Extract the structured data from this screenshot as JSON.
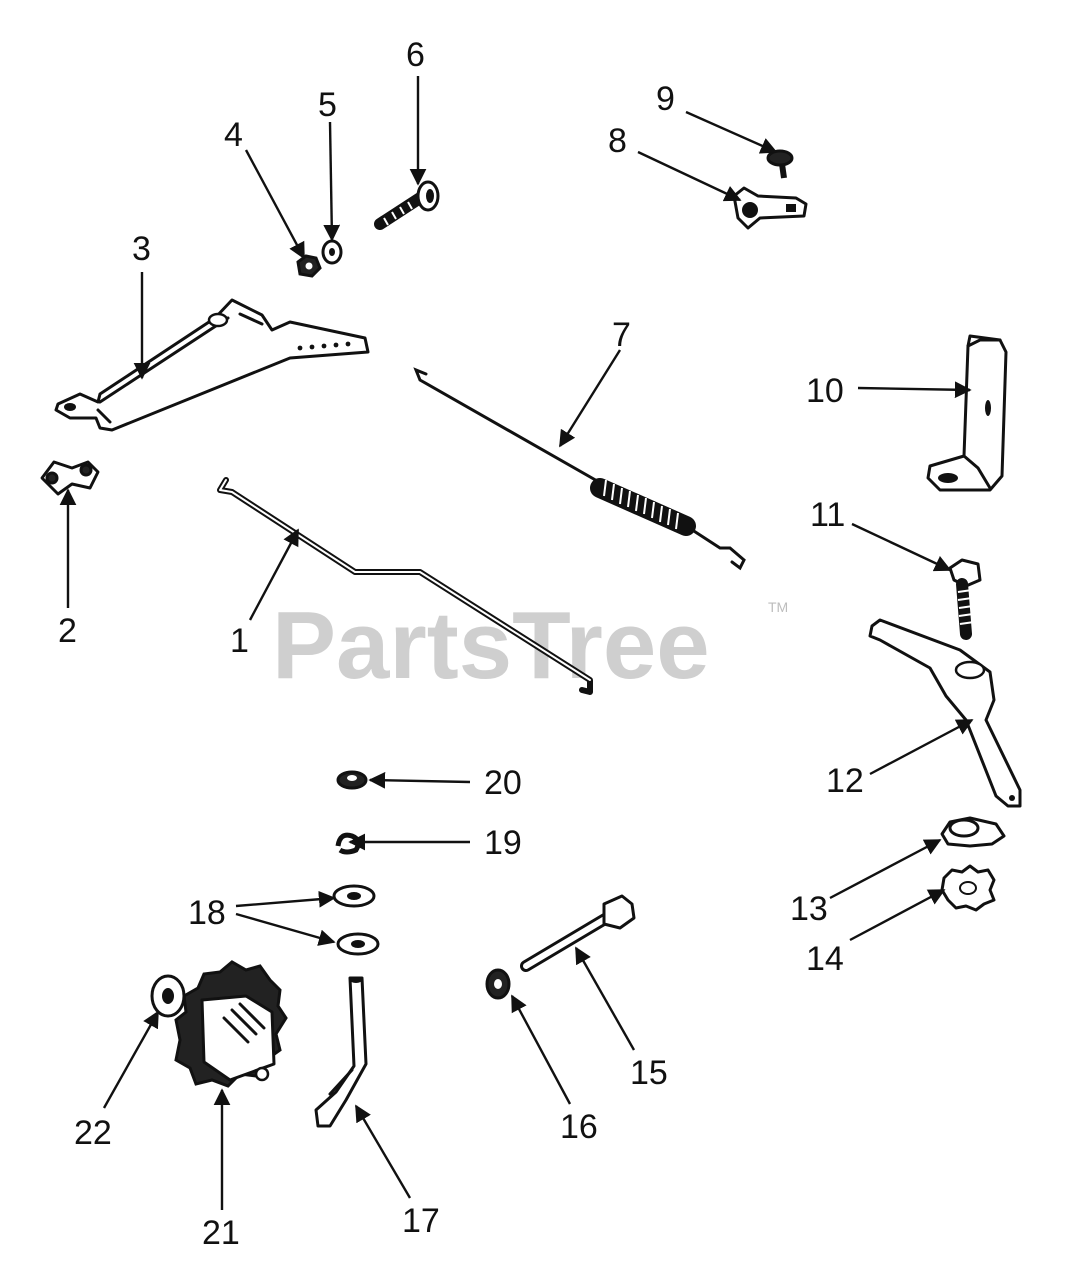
{
  "watermark": {
    "text": "PartsTree",
    "mark": "TM"
  },
  "callouts": [
    "1",
    "2",
    "3",
    "4",
    "5",
    "6",
    "7",
    "8",
    "9",
    "10",
    "11",
    "12",
    "13",
    "14",
    "15",
    "16",
    "17",
    "18",
    "19",
    "20",
    "21",
    "22"
  ],
  "parts": [
    {
      "number": "1",
      "icon": "bent-rod-icon"
    },
    {
      "number": "2",
      "icon": "clip-icon"
    },
    {
      "number": "3",
      "icon": "control-lever-bracket-icon"
    },
    {
      "number": "4",
      "icon": "hex-nut-icon"
    },
    {
      "number": "5",
      "icon": "washer-icon"
    },
    {
      "number": "6",
      "icon": "bolt-icon"
    },
    {
      "number": "7",
      "icon": "spring-link-icon"
    },
    {
      "number": "8",
      "icon": "cable-clamp-icon"
    },
    {
      "number": "9",
      "icon": "screw-icon"
    },
    {
      "number": "10",
      "icon": "l-bracket-icon"
    },
    {
      "number": "11",
      "icon": "bolt-icon"
    },
    {
      "number": "12",
      "icon": "governor-lever-icon"
    },
    {
      "number": "13",
      "icon": "bushing-icon"
    },
    {
      "number": "14",
      "icon": "lock-washer-icon"
    },
    {
      "number": "15",
      "icon": "shaft-icon"
    },
    {
      "number": "16",
      "icon": "washer-icon"
    },
    {
      "number": "17",
      "icon": "crank-icon"
    },
    {
      "number": "18",
      "icon": "washer-icon"
    },
    {
      "number": "19",
      "icon": "retainer-icon"
    },
    {
      "number": "20",
      "icon": "nut-icon"
    },
    {
      "number": "21",
      "icon": "governor-gear-icon"
    },
    {
      "number": "22",
      "icon": "washer-icon"
    }
  ]
}
